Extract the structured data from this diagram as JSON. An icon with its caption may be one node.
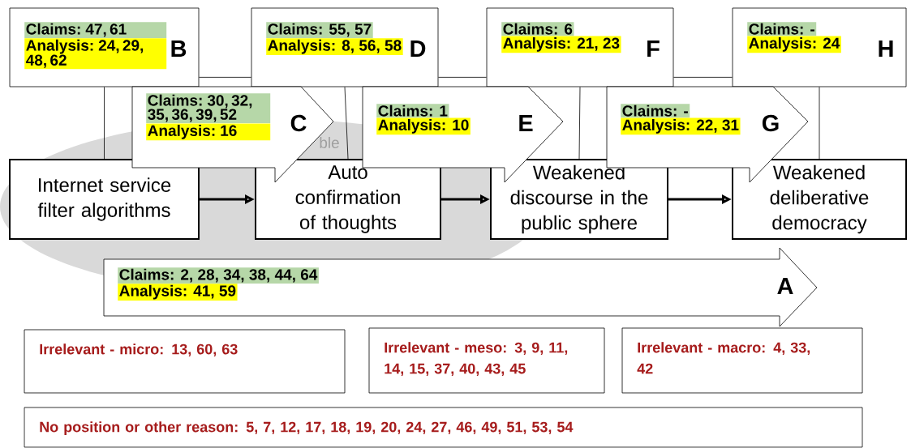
{
  "diagram": {
    "nodes": [
      {
        "text": [
          "Internet service filter algorithms"
        ]
      },
      {
        "text": [
          "Auto confirmation of thoughts"
        ]
      },
      {
        "text": [
          "Weakened discourse in the public sphere"
        ]
      },
      {
        "text": [
          "Weakened deliberative democracy"
        ]
      },
      {
        "text": [
          "Claims: 47, 61",
          "Analysis: 24, 29, 48, 62",
          "B"
        ]
      },
      {
        "text": [
          "Claims: 30, 32, 35, 36, 39, 52",
          "Analysis: 16",
          "C"
        ]
      },
      {
        "text": [
          "Claims: 55, 57",
          "Analysis: 8, 56, 58",
          "D"
        ]
      },
      {
        "text": [
          "Claims: 1",
          "Analysis: 10",
          "E"
        ]
      },
      {
        "text": [
          "Claims: 6",
          "Analysis: 21, 23",
          "F"
        ]
      },
      {
        "text": [
          "Claims: -",
          "Analysis: 22, 31",
          "G"
        ]
      },
      {
        "text": [
          "Claims: -",
          "Analysis: 24",
          "H"
        ]
      },
      {
        "text": [
          "Claims: 2, 28, 34, 38, 44, 64",
          "Analysis: 41, 59",
          "A"
        ]
      },
      {
        "text": [
          "Irrelevant - micro: 13, 60, 63"
        ]
      },
      {
        "text": [
          "Irrelevant - meso: 3, 9, 11, 14, 15, 37, 40, 43, 45"
        ]
      },
      {
        "text": [
          "Irrelevant - macro: 4, 33, 42"
        ]
      },
      {
        "text": [
          "No position or other reason: 5, 7, 12, 17, 18, 19, 20, 24, 27, 46, 49, 51, 53, 54"
        ]
      }
    ],
    "edges": [
      {
        "from": 0,
        "to": 1,
        "arrow": "to",
        "style": "thick"
      },
      {
        "from": 1,
        "to": 2,
        "arrow": "to",
        "style": "thick"
      },
      {
        "from": 2,
        "to": 3,
        "arrow": "to",
        "style": "thick"
      },
      {
        "from": 4,
        "to": 0,
        "arrow": "none"
      },
      {
        "from": 6,
        "to": 1,
        "arrow": "none"
      },
      {
        "from": 8,
        "to": 2,
        "arrow": "none"
      },
      {
        "from": 10,
        "to": 3,
        "arrow": "none"
      },
      {
        "from": 4,
        "to": 6,
        "arrow": "none"
      },
      {
        "from": 6,
        "to": 8,
        "arrow": "none"
      },
      {
        "from": 8,
        "to": 10,
        "arrow": "none"
      }
    ],
    "labels": [
      "ble"
    ]
  }
}
